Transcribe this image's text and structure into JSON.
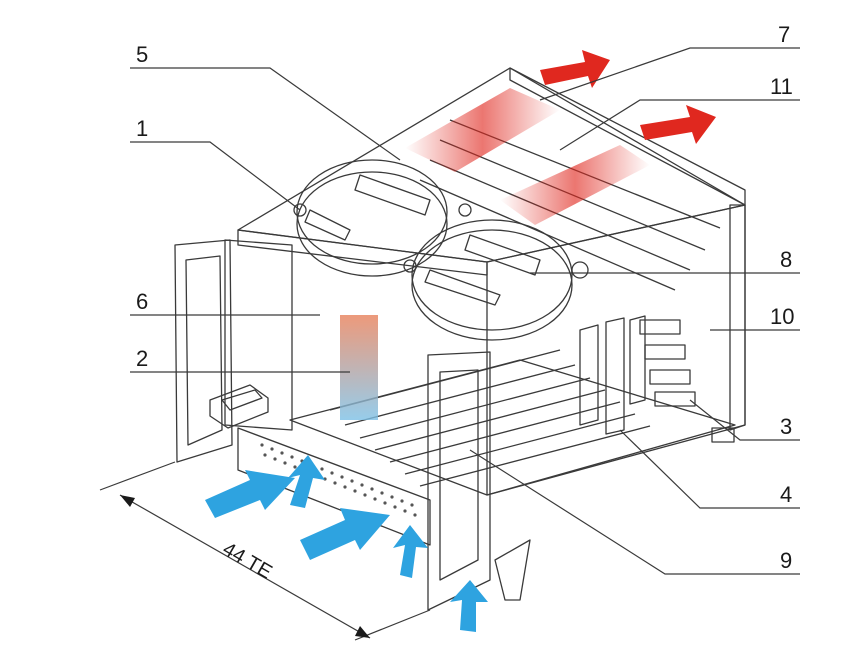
{
  "figure": {
    "callouts": [
      "1",
      "2",
      "3",
      "4",
      "5",
      "6",
      "7",
      "8",
      "9",
      "10",
      "11"
    ],
    "dimension_label": "44 TE",
    "colors": {
      "cool_air": "#2ea3e0",
      "hot_air": "#e0281f",
      "frame": "#d9d9db",
      "frame_dark": "#bfbfc2",
      "edge": "#3a3a3a"
    }
  }
}
